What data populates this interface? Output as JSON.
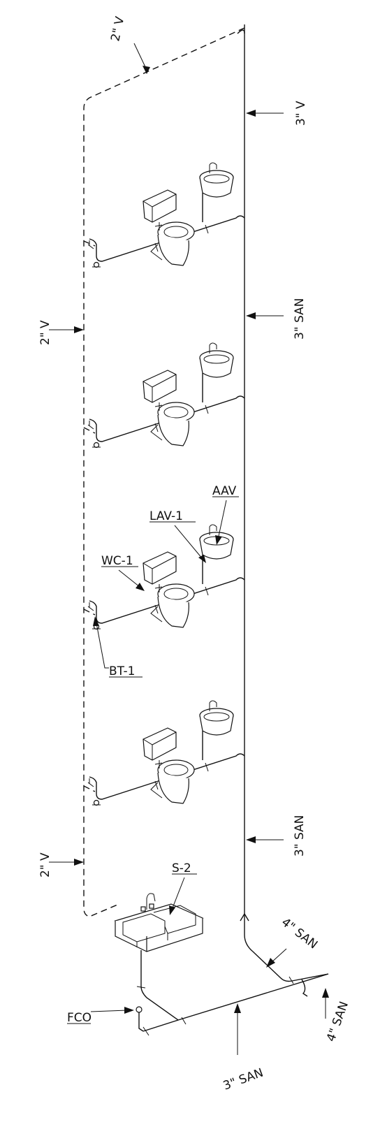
{
  "labels": {
    "vent_top": "2\" V",
    "vent_left_upper": "2\" V",
    "vent_left_lower": "2\" V",
    "stack_top": "3\" V",
    "stack_upper": "3\" SAN",
    "stack_lower": "3\" SAN",
    "aav": "AAV",
    "lav": "LAV-1",
    "wc": "WC-1",
    "bt": "BT-1",
    "sink": "S-2",
    "branch_4_upper": "4\" SAN",
    "branch_4_lower": "4\" SAN",
    "fco": "FCO",
    "horizontal_3": "3\" SAN"
  }
}
